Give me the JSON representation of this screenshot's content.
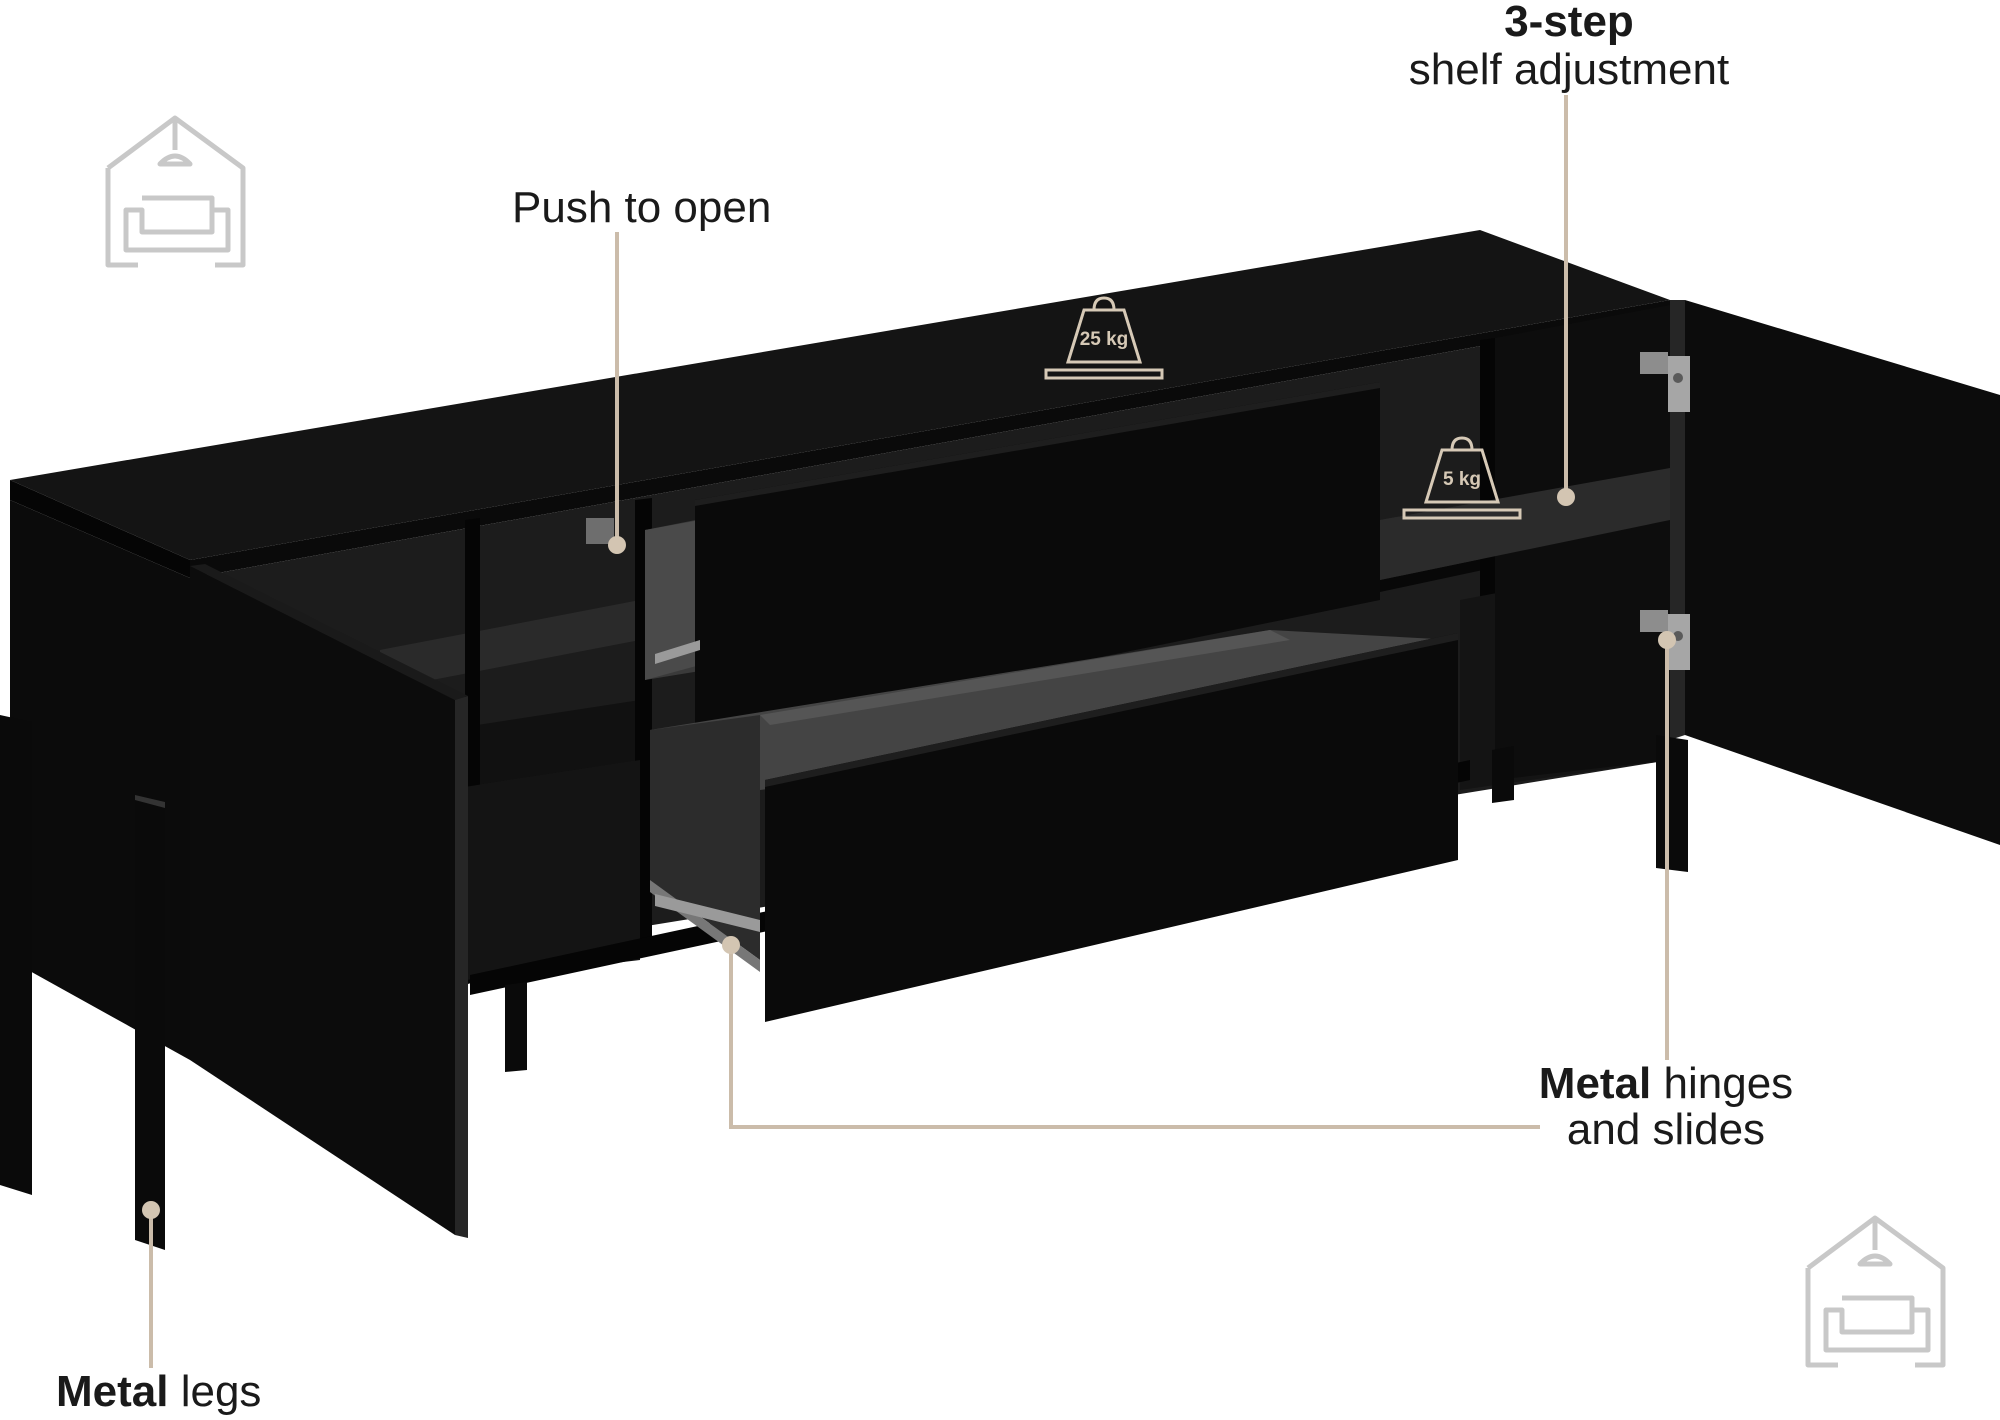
{
  "callouts": {
    "push_to_open": "Push to open",
    "shelf_adjust_bold": "3-step",
    "shelf_adjust_rest": "shelf adjustment",
    "hinges_bold": "Metal",
    "hinges_rest": "hinges",
    "hinges_line2": "and slides",
    "legs_bold": "Metal",
    "legs_rest": "legs"
  },
  "badges": {
    "top_weight": "25 kg",
    "shelf_weight": "5 kg"
  },
  "colors": {
    "callout_line": "#cbbcaa",
    "furniture": "#0b0b0b",
    "watermark": "#c8c8c8"
  },
  "icons": [
    "home-sofa-watermark-icon",
    "weight-icon"
  ]
}
